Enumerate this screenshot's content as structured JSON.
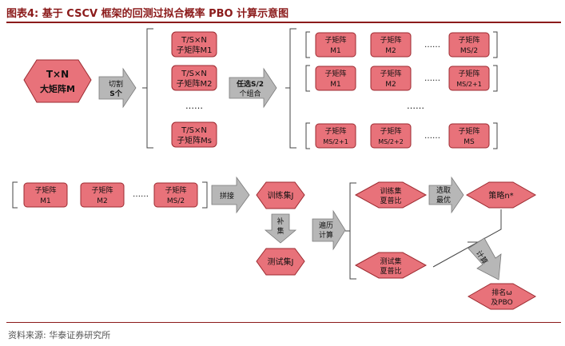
{
  "title": "图表4:  基于 CSCV 框架的回测过拟合概率 PBO 计算示意图",
  "source": "资料来源: 华泰证券研究所",
  "colors": {
    "node_fill": "#e8727a",
    "node_stroke": "#9c2a30",
    "arrow_fill": "#b7b7b7",
    "title": "#8b1a1a"
  },
  "nodes": {
    "big_matrix": [
      "T×N",
      "大矩阵M"
    ],
    "split_arrow": [
      "切割",
      "S个"
    ],
    "sub_1": [
      "T/S×N",
      "子矩阵M1"
    ],
    "sub_2": [
      "T/S×N",
      "子矩阵M2"
    ],
    "sub_s": [
      "T/S×N",
      "子矩阵Ms"
    ],
    "ellipsis": "……",
    "choose_arrow": [
      "任选S/2",
      "个组合"
    ],
    "grid_r1": [
      [
        "子矩阵",
        "M1"
      ],
      [
        "子矩阵",
        "M2"
      ],
      [
        "子矩阵",
        "MS/2"
      ]
    ],
    "grid_r2": [
      [
        "子矩阵",
        "M1"
      ],
      [
        "子矩阵",
        "M2"
      ],
      [
        "子矩阵",
        "MS/2+1"
      ]
    ],
    "grid_r3": [
      [
        "子矩阵",
        "MS/2+1"
      ],
      [
        "子矩阵",
        "MS/2+2"
      ],
      [
        "子矩阵",
        "MS"
      ]
    ],
    "bottom_row": [
      [
        "子矩阵",
        "M1"
      ],
      [
        "子矩阵",
        "M2"
      ],
      [
        "子矩阵",
        "MS/2"
      ]
    ],
    "concat_arrow": "拼接",
    "train_set": "训练集J",
    "complement_arrow": [
      "补",
      "集"
    ],
    "test_set": "测试集J",
    "traverse_arrow": [
      "遍历",
      "计算"
    ],
    "train_sharpe": [
      "训练集",
      "夏普比"
    ],
    "select_arrow": [
      "选取",
      "最优"
    ],
    "strategy": "策略n*",
    "test_sharpe": [
      "测试集",
      "夏普比"
    ],
    "calc_arrow": "计算",
    "rank": [
      "排名ω",
      "及PBO"
    ]
  }
}
